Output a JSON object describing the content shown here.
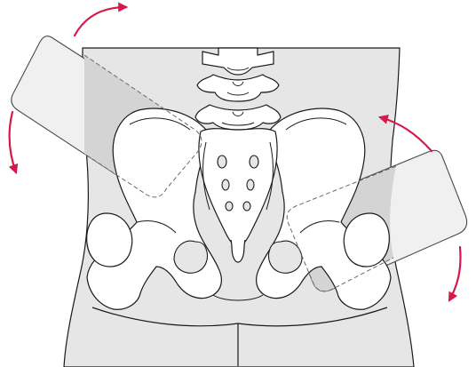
{
  "figure": {
    "kind": "anatomical illustration",
    "colors": {
      "background": "#ffffff",
      "body_fill": "#e6e6e6",
      "bone_fill": "#ffffff",
      "outline": "#1a1a1a",
      "pad_fill": "#f0f0f0",
      "pad_overlap_fill": "#d4d4d4",
      "pad_outline": "#4a4a4a",
      "hidden_edge": "#6a6a6a",
      "arrow": "#d6194c"
    },
    "parts": [
      "lower-torso-silhouette",
      "lumbar-vertebrae",
      "sacrum",
      "coccyx",
      "left-ilium",
      "right-ilium",
      "left-ischium",
      "right-ischium",
      "left-femoral-head",
      "right-femoral-head",
      "electrode-pad-upper-left",
      "electrode-pad-lower-right",
      "rotation-arrows"
    ]
  }
}
